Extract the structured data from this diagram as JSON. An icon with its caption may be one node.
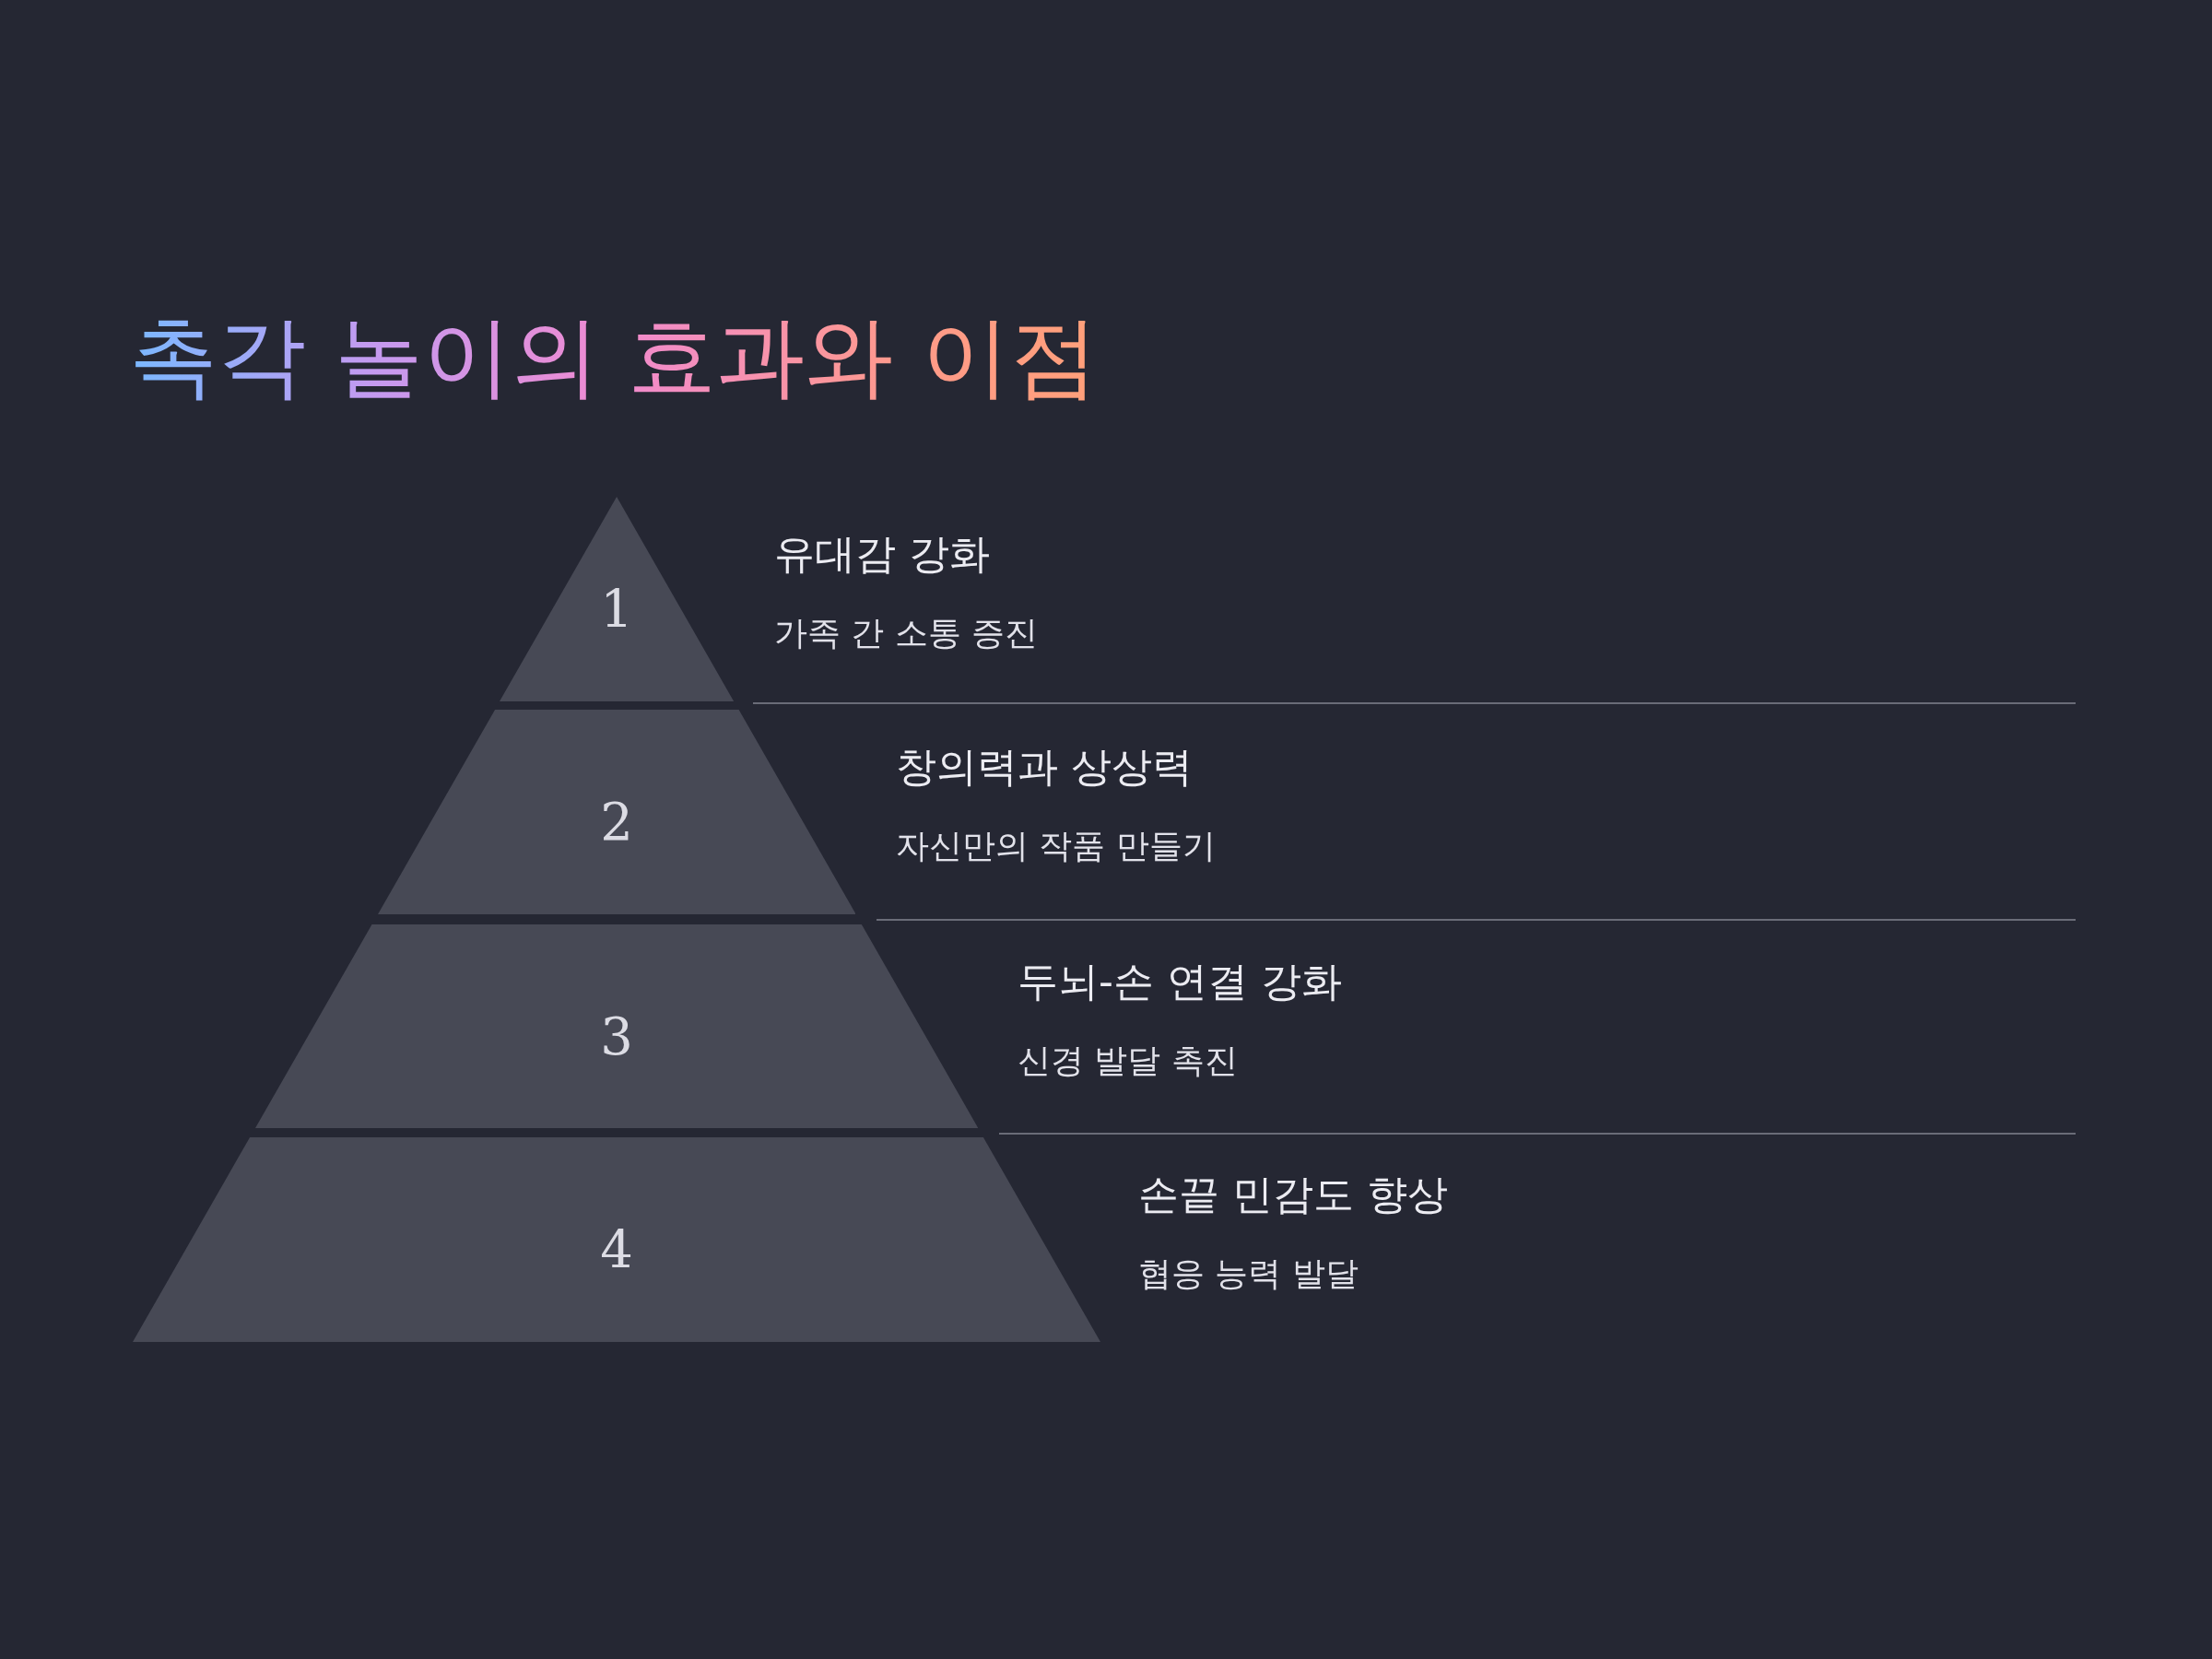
{
  "diagram": {
    "title": "촉각 놀이의 효과와 이점",
    "nodes": [
      {
        "text": [
          "1"
        ],
        "beside": [
          "유대감 강화",
          "가족 간 소통 증진"
        ]
      },
      {
        "text": [
          "2"
        ],
        "beside": [
          "창의력과 상상력",
          "자신만의 작품 만들기"
        ]
      },
      {
        "text": [
          "3"
        ],
        "beside": [
          "두뇌-손 연결 강화",
          "신경 발달 촉진"
        ]
      },
      {
        "text": [
          "4"
        ],
        "beside": [
          "손끝 민감도 향상",
          "협응 능력 발달"
        ]
      }
    ],
    "edges": []
  }
}
